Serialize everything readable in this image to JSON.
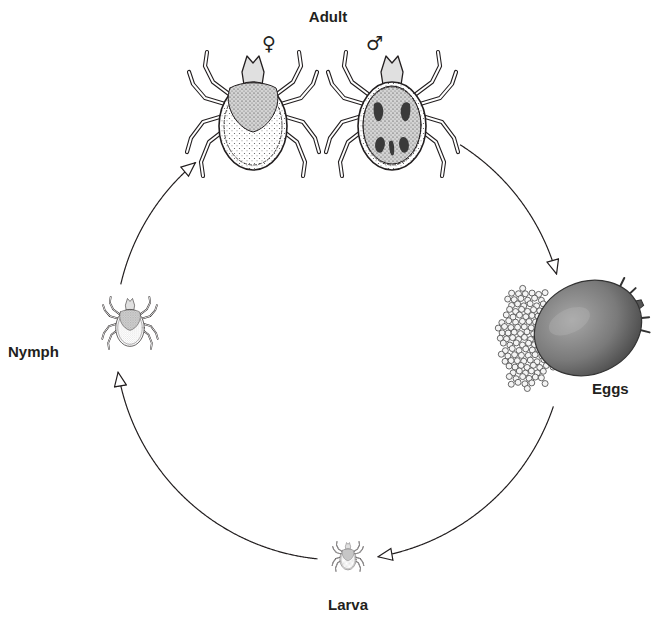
{
  "diagram": {
    "nodes": [
      {
        "text": [
          "Adult"
        ]
      },
      {
        "text": [
          "Eggs"
        ]
      },
      {
        "text": [
          "Larva"
        ]
      },
      {
        "text": [
          "Nymph"
        ]
      }
    ],
    "edges": [
      {
        "from": 0,
        "to": 1,
        "arrow": "to"
      },
      {
        "from": 1,
        "to": 2,
        "arrow": "to"
      },
      {
        "from": 2,
        "to": 3,
        "arrow": "to"
      },
      {
        "from": 3,
        "to": 0,
        "arrow": "to"
      }
    ],
    "labels": [
      "♀",
      "♂"
    ]
  }
}
